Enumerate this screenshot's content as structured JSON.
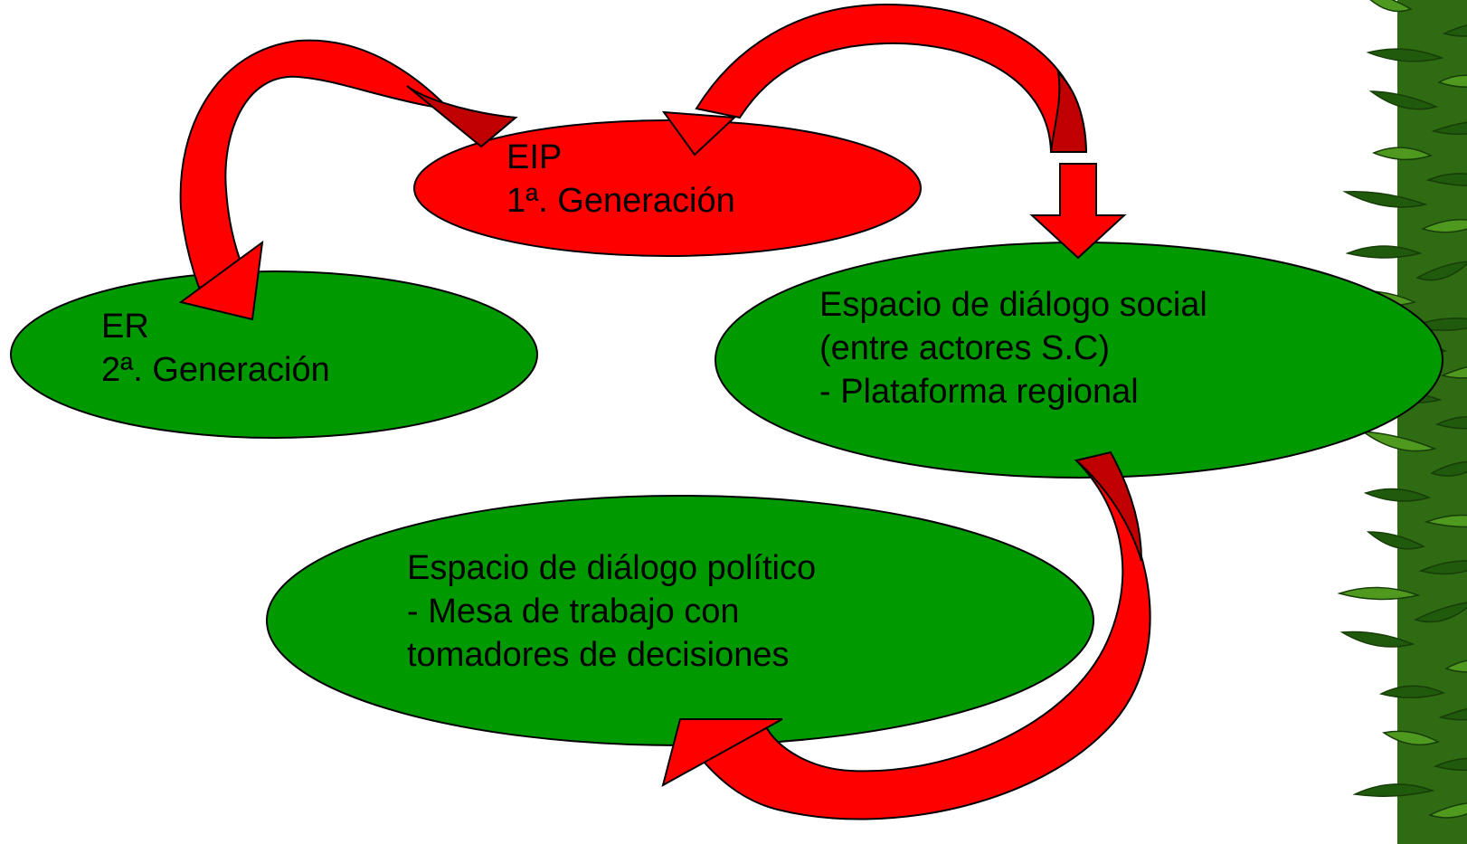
{
  "colors": {
    "node_red": "#ff0000",
    "node_green": "#009900",
    "arrow_light": "#ff0000",
    "arrow_dark": "#cc0000",
    "outline": "#000000",
    "bamboo_dark": "#1f5a0d",
    "bamboo_light": "#4f9a1e",
    "background": "#ffffff"
  },
  "nodes": {
    "eip": {
      "line1": "EIP",
      "line2": "1ª. Generación"
    },
    "er": {
      "line1": "ER",
      "line2": "2ª. Generación"
    },
    "social": {
      "line1": "Espacio de diálogo social",
      "line2": "(entre actores S.C)",
      "line3": "- Plataforma regional"
    },
    "politico": {
      "line1": "Espacio de diálogo político",
      "line2": "- Mesa de trabajo con",
      "line3": "tomadores de decisiones"
    }
  },
  "decoration": {
    "right_border": "bamboo-leaves"
  }
}
